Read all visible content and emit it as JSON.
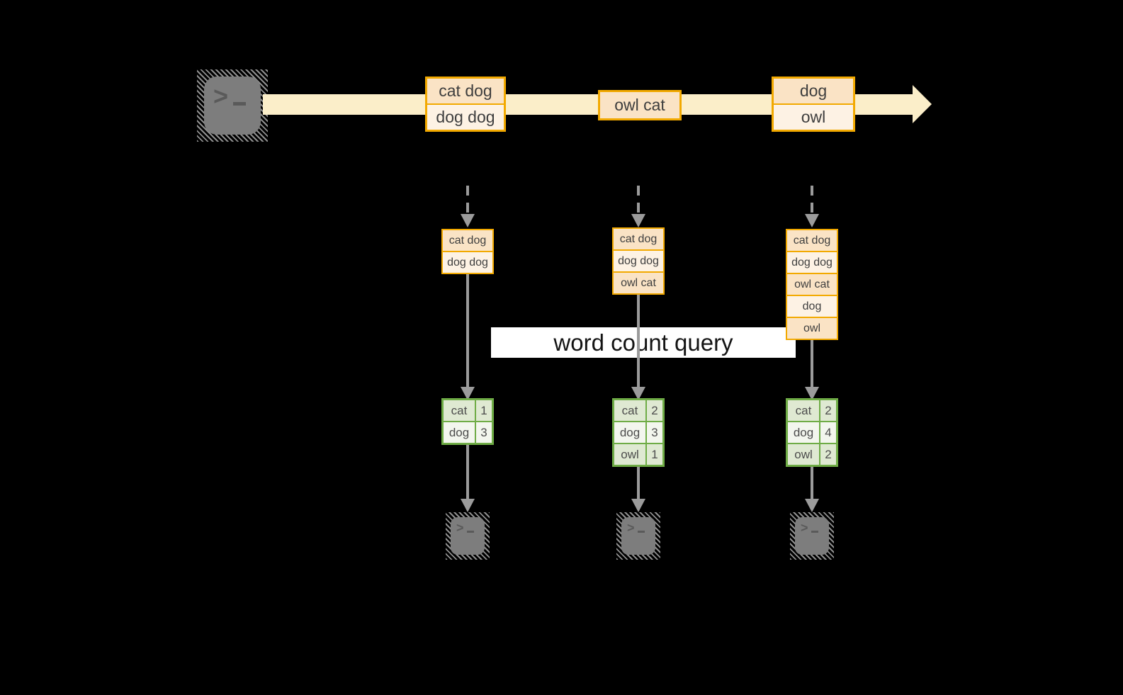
{
  "colors": {
    "accent_orange": "#F2A900",
    "fill_peach": "#FAE3C5",
    "fill_cream": "#FDF2E4",
    "stream_band": "#FBEEC9",
    "green_border": "#6FAC46",
    "fill_sage": "#DFE9D2",
    "fill_sage_light": "#F3F6EE",
    "arrow_gray": "#9B9B9B",
    "terminal_gray": "#7D7D7D",
    "query_band_bg": "#FFFFFF"
  },
  "query": {
    "label": "word count query"
  },
  "terminal": {
    "chevron": ">"
  },
  "stream": {
    "events": [
      {
        "cells": [
          "cat dog",
          "dog dog"
        ]
      },
      {
        "cells": [
          "owl cat"
        ]
      },
      {
        "cells": [
          "dog",
          "owl"
        ]
      }
    ]
  },
  "columns": [
    {
      "buffer": [
        "cat dog",
        "dog dog"
      ],
      "counts": [
        {
          "word": "cat",
          "count": "1"
        },
        {
          "word": "dog",
          "count": "3"
        }
      ]
    },
    {
      "buffer": [
        "cat dog",
        "dog dog",
        "owl cat"
      ],
      "counts": [
        {
          "word": "cat",
          "count": "2"
        },
        {
          "word": "dog",
          "count": "3"
        },
        {
          "word": "owl",
          "count": "1"
        }
      ]
    },
    {
      "buffer": [
        "cat dog",
        "dog dog",
        "owl cat",
        "dog",
        "owl"
      ],
      "counts": [
        {
          "word": "cat",
          "count": "2"
        },
        {
          "word": "dog",
          "count": "4"
        },
        {
          "word": "owl",
          "count": "2"
        }
      ]
    }
  ]
}
